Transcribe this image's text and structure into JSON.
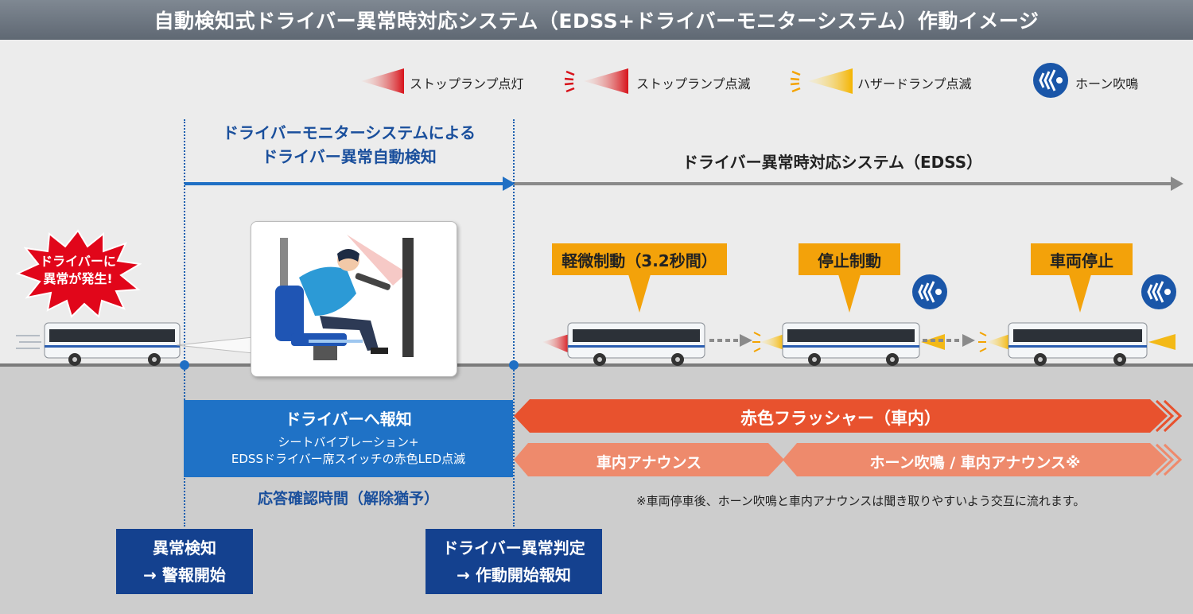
{
  "title": "自動検知式ドライバー異常時対応システム（EDSS+ドライバーモニターシステム）作動イメージ",
  "legend": [
    {
      "label": "ストップランプ点灯",
      "icon": "stop-lamp-on-icon"
    },
    {
      "label": "ストップランプ点滅",
      "icon": "stop-lamp-blink-icon"
    },
    {
      "label": "ハザードランプ点滅",
      "icon": "hazard-lamp-blink-icon"
    },
    {
      "label": "ホーン吹鳴",
      "icon": "horn-icon"
    }
  ],
  "starburst": {
    "line1": "ドライバーに",
    "line2": "異常が発生!"
  },
  "dms_header": {
    "line1": "ドライバーモニターシステムによる",
    "line2": "ドライバー異常自動検知"
  },
  "edss_header": "ドライバー異常時対応システム（EDSS）",
  "callouts": [
    "軽微制動（3.2秒間）",
    "停止制動",
    "車両停止"
  ],
  "notify": {
    "title": "ドライバーへ報知",
    "sub1": "シートバイブレーション+",
    "sub2": "EDSSドライバー席スイッチの赤色LED点滅"
  },
  "response_time": "応答確認時間（解除猶予）",
  "red_flasher": "赤色フラッシャー（車内）",
  "announce": "車内アナウンス",
  "horn_announce": "ホーン吹鳴 / 車内アナウンス※",
  "footnote": "※車両停車後、ホーン吹鳴と車内アナウンスは聞き取りやすいよう交互に流れます。",
  "detect_box": {
    "line1": "異常検知",
    "line2": "→ 警報開始"
  },
  "judge_box": {
    "line1": "ドライバー異常判定",
    "line2": "→ 作動開始報知"
  },
  "colors": {
    "navy": "#14418f",
    "blue": "#1f72c6",
    "orange_callout": "#f3a20a",
    "red_bar": "#e8522e",
    "salmon_bar": "#ee8a6c",
    "title_bg": "#6b737d"
  }
}
